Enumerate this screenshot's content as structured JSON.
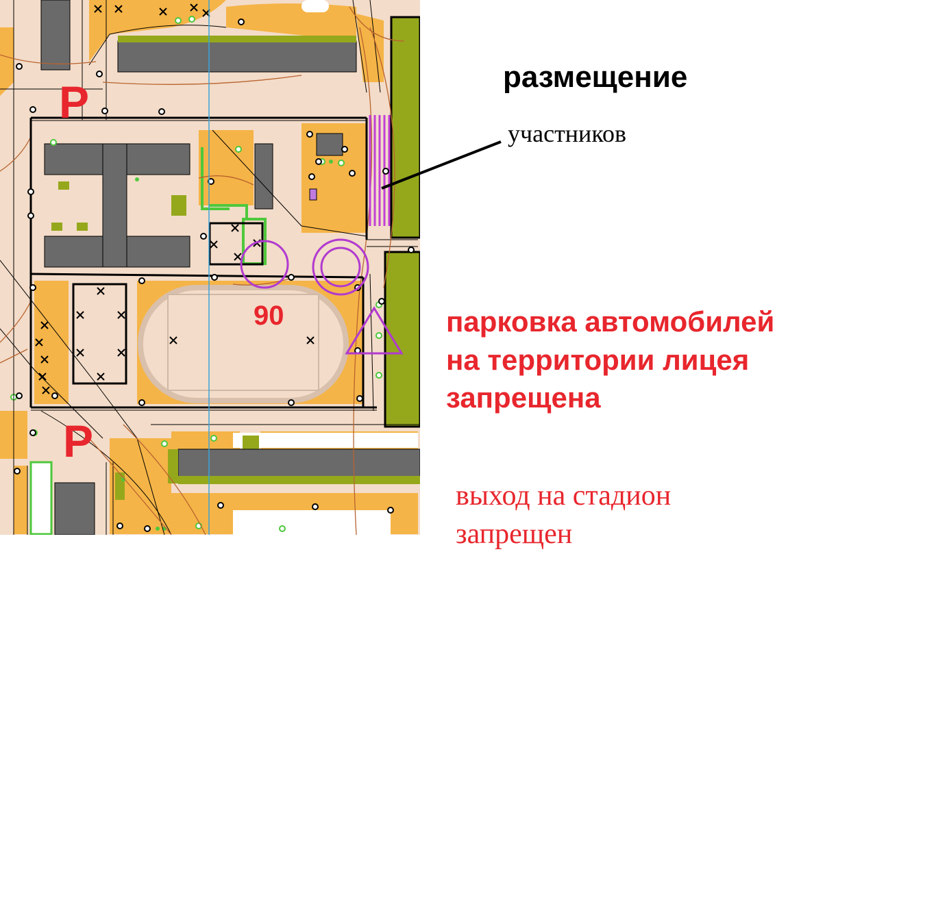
{
  "map": {
    "parking_symbol": "P",
    "control_number": "90",
    "colors": {
      "open_land": "#f5b447",
      "paved": "#f3dcc9",
      "building": "#6a6a6a",
      "vegetation": "#95a81c",
      "course": "#b13ad0",
      "parking": "#e8262d",
      "magnetic_north": "#3aa3d9",
      "contour": "#b8632f",
      "bright_green": "#4ec83c"
    },
    "icons": {
      "start": "start-triangle-icon",
      "control": "control-circle-icon",
      "finish": "finish-double-circle-icon",
      "parking": "parking-p-icon",
      "forbidden_area": "forbidden-hatch-icon"
    }
  },
  "labels": {
    "placement_line1": "размещение",
    "placement_line2": "участников",
    "parking_line1": "парковка автомобилей",
    "parking_line2": "на территории лицея",
    "parking_line3": "запрещена",
    "stadium_line1": "выход на стадион",
    "stadium_line2": "запрещен"
  }
}
